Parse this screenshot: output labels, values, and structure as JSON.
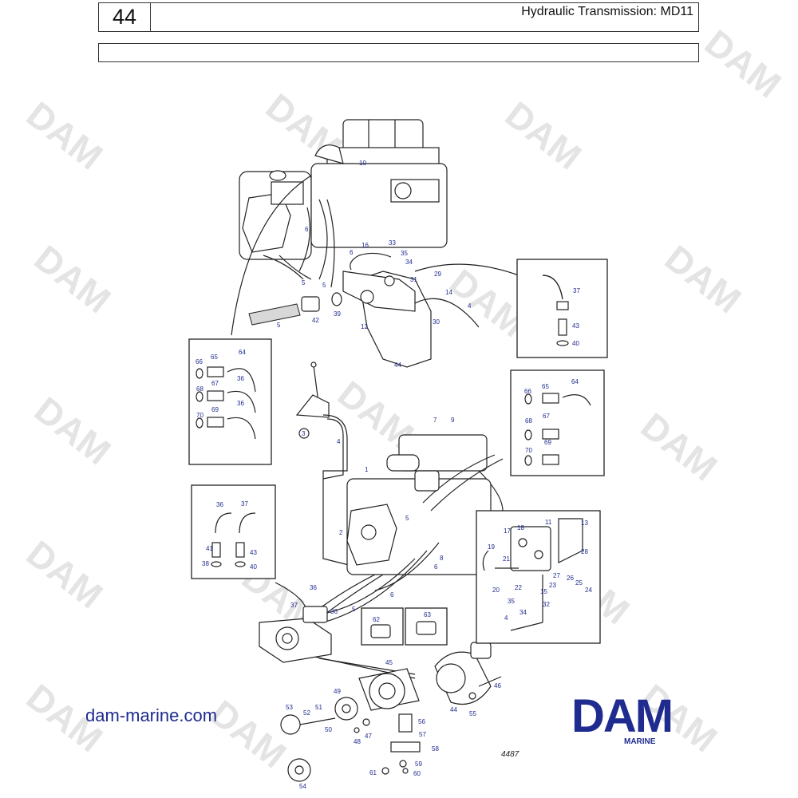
{
  "header": {
    "page_number": "44",
    "title": "Hydraulic Transmission: MD11",
    "subtitle": ""
  },
  "watermark": {
    "text": "DAM",
    "color": "#e4e4e4"
  },
  "footer": {
    "website": "dam-marine.com",
    "logo_text": "DAM",
    "logo_subtext": "MARINE",
    "figure_number": "4487",
    "brand_color": "#1f2b8f"
  },
  "callouts": {
    "n1": "1",
    "n2": "2",
    "n3": "3",
    "n4": "4",
    "n5": "5",
    "n6": "6",
    "n7": "7",
    "n8": "8",
    "n9": "9",
    "n10": "10",
    "n11": "11",
    "n12": "12",
    "n13": "13",
    "n14": "14",
    "n15": "15",
    "n16": "16",
    "n17": "17",
    "n18": "18",
    "n19": "19",
    "n20": "20",
    "n21": "21",
    "n22": "22",
    "n23": "23",
    "n24": "24",
    "n25": "25",
    "n26": "26",
    "n27": "27",
    "n28": "28",
    "n29": "29",
    "n30": "30",
    "n31": "31",
    "n32": "32",
    "n33": "33",
    "n34": "34",
    "n35": "35",
    "n36": "36",
    "n37": "37",
    "n38": "38",
    "n39": "39",
    "n40": "40",
    "n41": "41",
    "n42": "42",
    "n43": "43",
    "n44": "44",
    "n45": "45",
    "n46": "46",
    "n47": "47",
    "n48": "48",
    "n49": "49",
    "n50": "50",
    "n51": "51",
    "n52": "52",
    "n53": "53",
    "n54": "54",
    "n55": "55",
    "n56": "56",
    "n57": "57",
    "n58": "58",
    "n59": "59",
    "n60": "60",
    "n61": "61",
    "n62": "62",
    "n63": "63",
    "n64": "64",
    "n65": "65",
    "n66": "66",
    "n67": "67",
    "n68": "68",
    "n69": "69",
    "n70": "70"
  }
}
